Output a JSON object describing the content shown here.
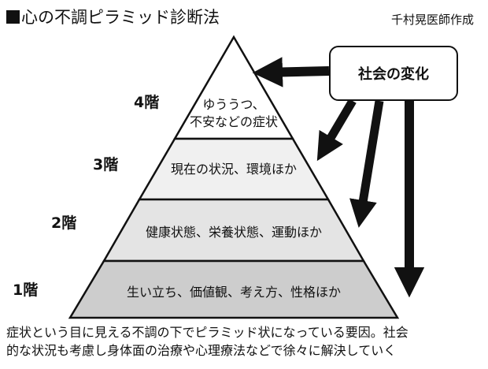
{
  "title": "心の不調ピラミッド診断法",
  "author": "千村晃医師作成",
  "pyramid": {
    "tiers": [
      {
        "level": "4階",
        "lines": [
          "ゆううつ、",
          "不安などの症状"
        ],
        "fill": "#ffffff"
      },
      {
        "level": "3階",
        "lines": [
          "現在の状況、環境ほか"
        ],
        "fill": "#f0f0f0"
      },
      {
        "level": "2階",
        "lines": [
          "健康状態、栄養状態、運動ほか"
        ],
        "fill": "#e4e4e4"
      },
      {
        "level": "1階",
        "lines": [
          "生い立ち、価値観、考え方、性格ほか"
        ],
        "fill": "#cdcdcd"
      }
    ]
  },
  "social_change_box": {
    "label": "社会の変化"
  },
  "caption": {
    "line1": "症状という目に見える不調の下でピラミッド状になっている要因。社会",
    "line2": "的な状況も考慮し身体面の治療や心理療法などで徐々に解決していく"
  }
}
